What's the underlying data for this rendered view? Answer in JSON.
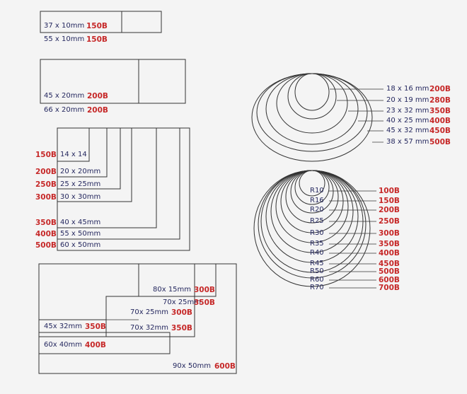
{
  "colors": {
    "size_text": "#25285f",
    "price_text": "#c62828",
    "line": "#333333",
    "background": "#f4f4f4"
  },
  "group1": [
    {
      "size": "37 x 10mm",
      "price": "150B"
    },
    {
      "size": "55 x 10mm",
      "price": "150B"
    }
  ],
  "group2": [
    {
      "size": "45 x 20mm",
      "price": "200B"
    },
    {
      "size": "66 x 20mm",
      "price": "200B"
    }
  ],
  "group3": [
    {
      "price": "150B",
      "size": "14 x 14"
    },
    {
      "price": "200B",
      "size": "20 x 20mm"
    },
    {
      "price": "250B",
      "size": "25 x 25mm"
    },
    {
      "price": "300B",
      "size": "30 x 30mm"
    },
    {
      "price": "350B",
      "size": "40 x 45mm"
    },
    {
      "price": "400B",
      "size": "55 x 50mm"
    },
    {
      "price": "500B",
      "size": "60 x 50mm"
    }
  ],
  "group4": [
    {
      "size": "80x 15mm",
      "price": "300B"
    },
    {
      "size": "70x 25mm",
      "price": "350B"
    },
    {
      "size": "70x 25mm",
      "price": "300B"
    },
    {
      "size": "45x 32mm",
      "price": "350B"
    },
    {
      "size": "70x 32mm",
      "price": "350B"
    },
    {
      "size": "60x 40mm",
      "price": "400B"
    },
    {
      "size": "90x 50mm",
      "price": "600B"
    }
  ],
  "ovals": [
    {
      "size": "18 x 16 mm",
      "price": "200B"
    },
    {
      "size": "20 x 19 mm",
      "price": "280B"
    },
    {
      "size": "23 x 32 mm",
      "price": "350B"
    },
    {
      "size": "40 x 25 mm",
      "price": "400B"
    },
    {
      "size": "45 x 32 mm",
      "price": "450B"
    },
    {
      "size": "38 x 57 mm",
      "price": "500B"
    }
  ],
  "circles": [
    {
      "radius": "R10",
      "price": "100B"
    },
    {
      "radius": "R16",
      "price": "150B"
    },
    {
      "radius": "R20",
      "price": "200B"
    },
    {
      "radius": "R25",
      "price": "250B"
    },
    {
      "radius": "R30",
      "price": "300B"
    },
    {
      "radius": "R35",
      "price": "350B"
    },
    {
      "radius": "R40",
      "price": "400B"
    },
    {
      "radius": "R45",
      "price": "450B"
    },
    {
      "radius": "R50",
      "price": "500B"
    },
    {
      "radius": "R60",
      "price": "600B"
    },
    {
      "radius": "R70",
      "price": "700B"
    }
  ]
}
